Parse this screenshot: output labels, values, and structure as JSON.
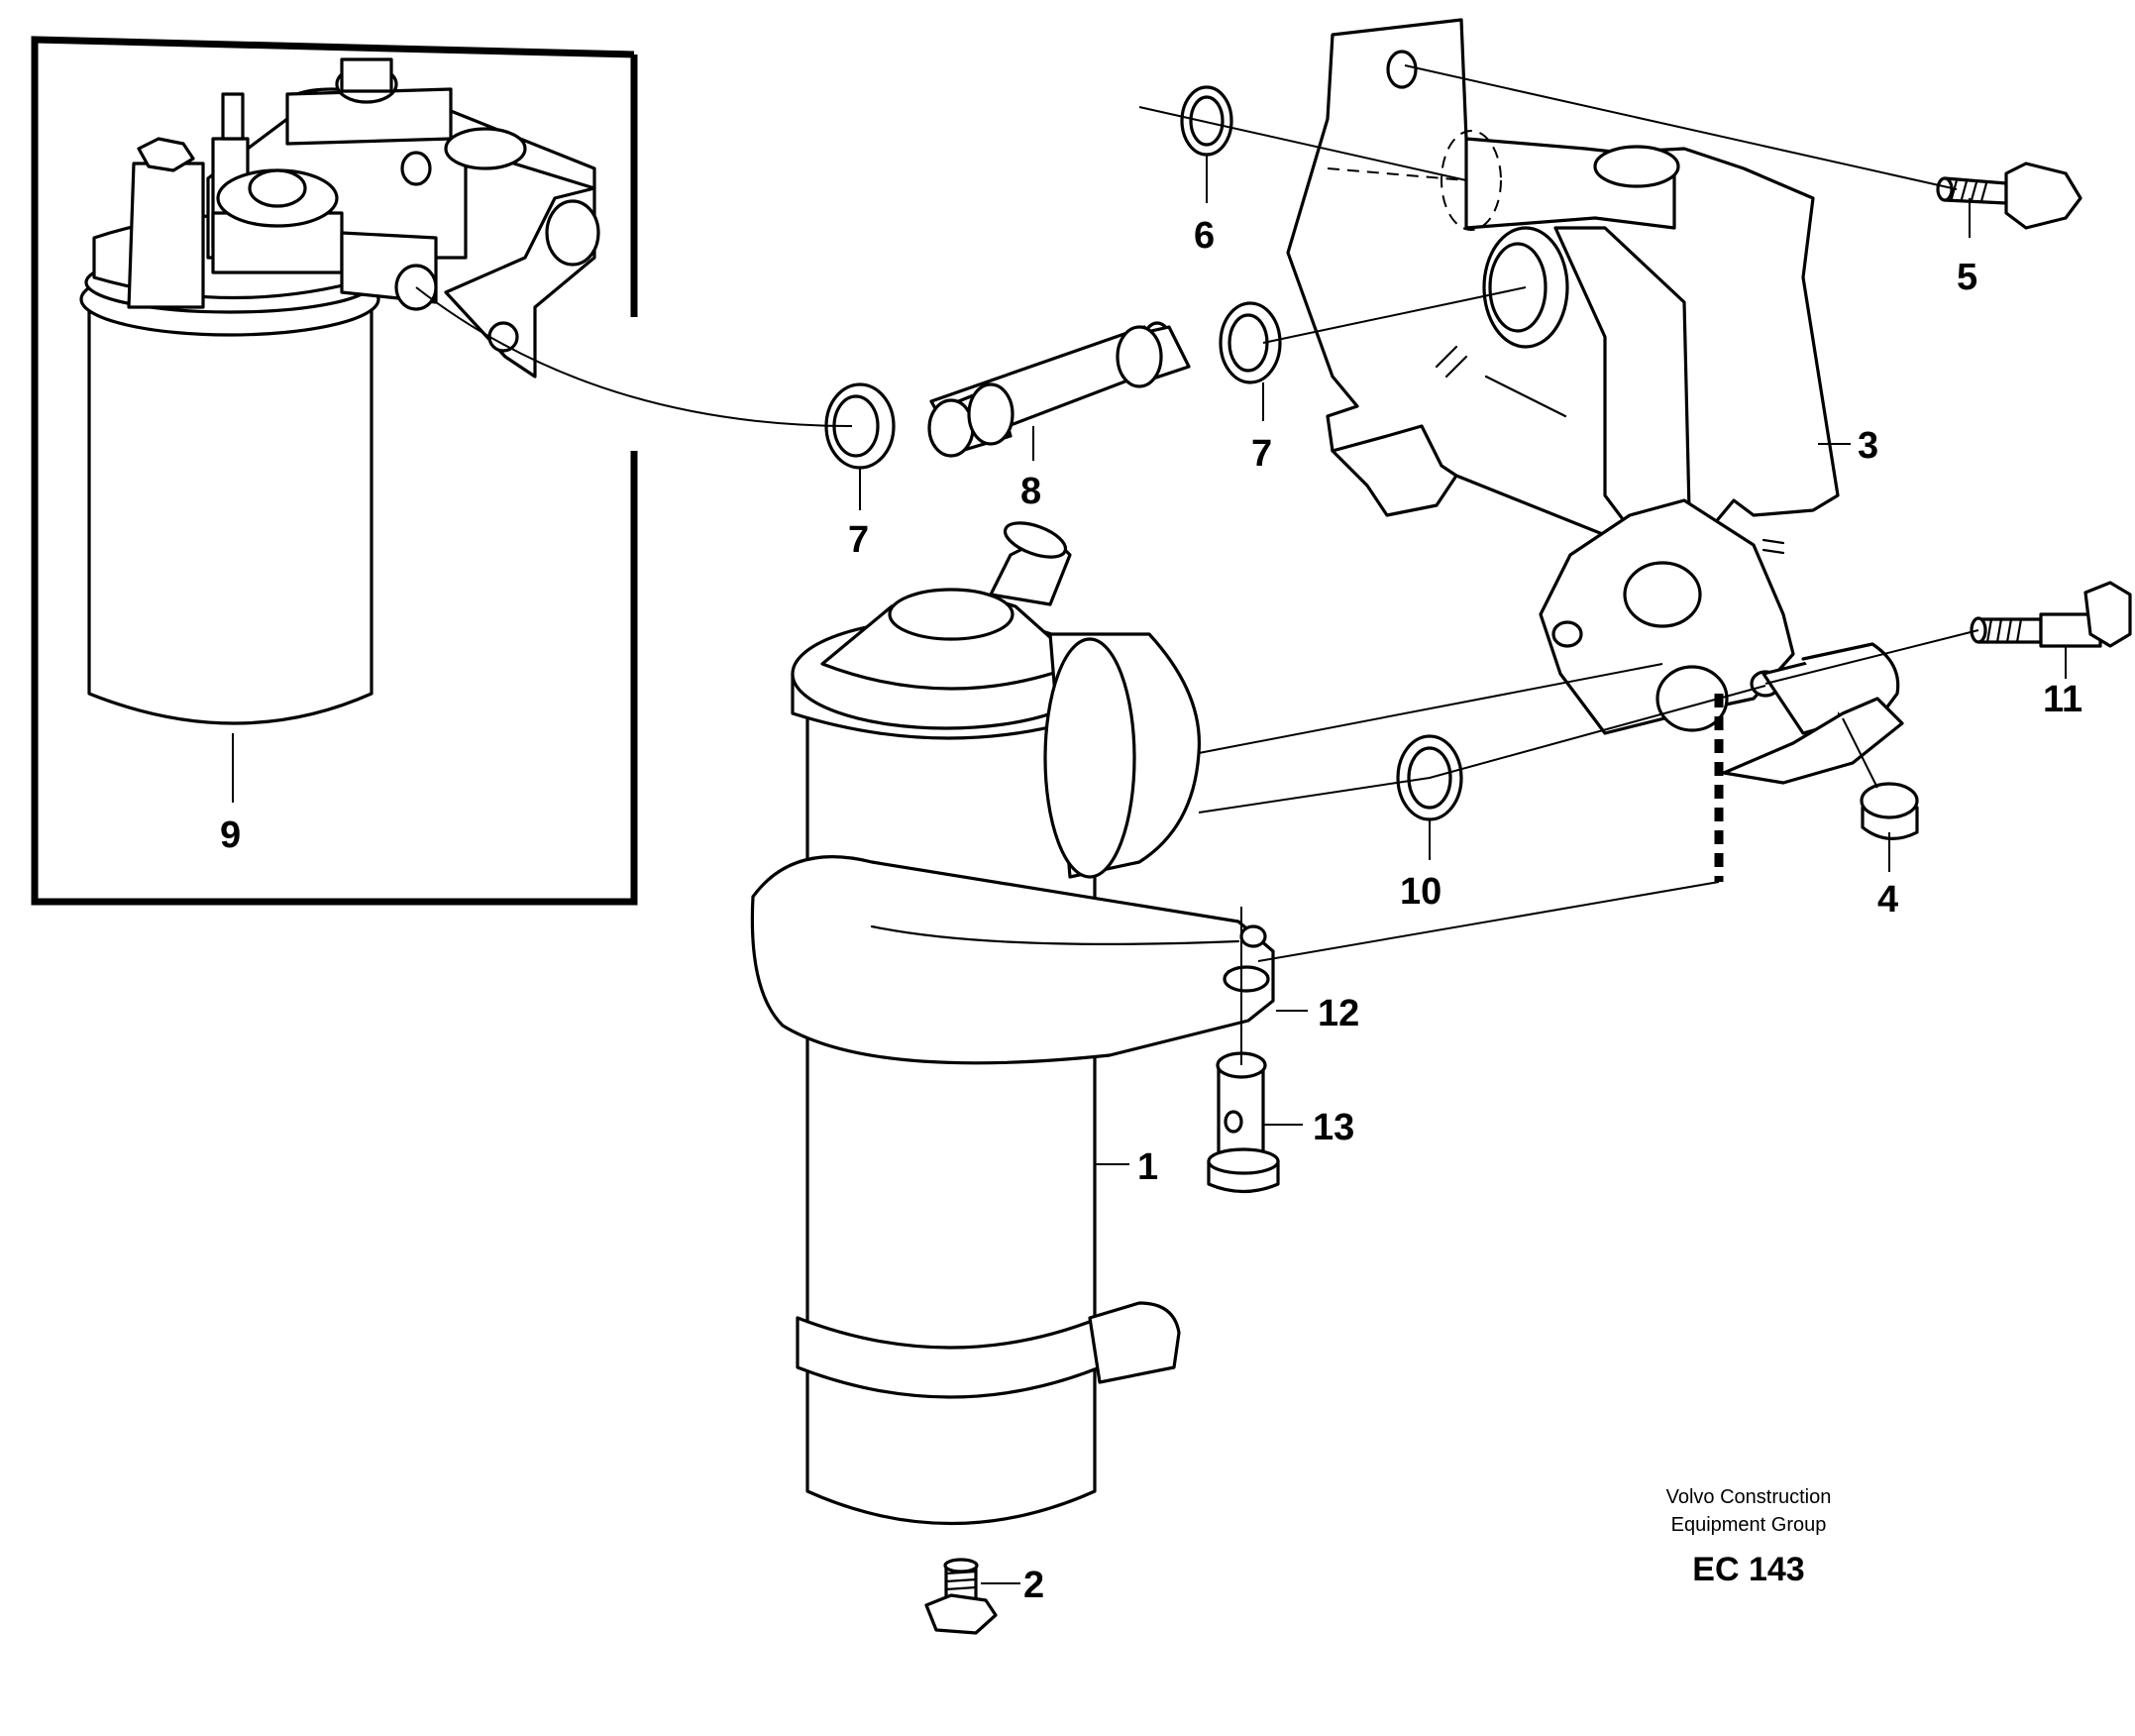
{
  "callouts": {
    "c1": "1",
    "c2": "2",
    "c3": "3",
    "c4": "4",
    "c5": "5",
    "c6": "6",
    "c7a": "7",
    "c7b": "7",
    "c8": "8",
    "c9": "9",
    "c10": "10",
    "c11": "11",
    "c12": "12",
    "c13": "13"
  },
  "credit": {
    "line1": "Volvo Construction",
    "line2": "Equipment Group",
    "code": "EC 143"
  }
}
